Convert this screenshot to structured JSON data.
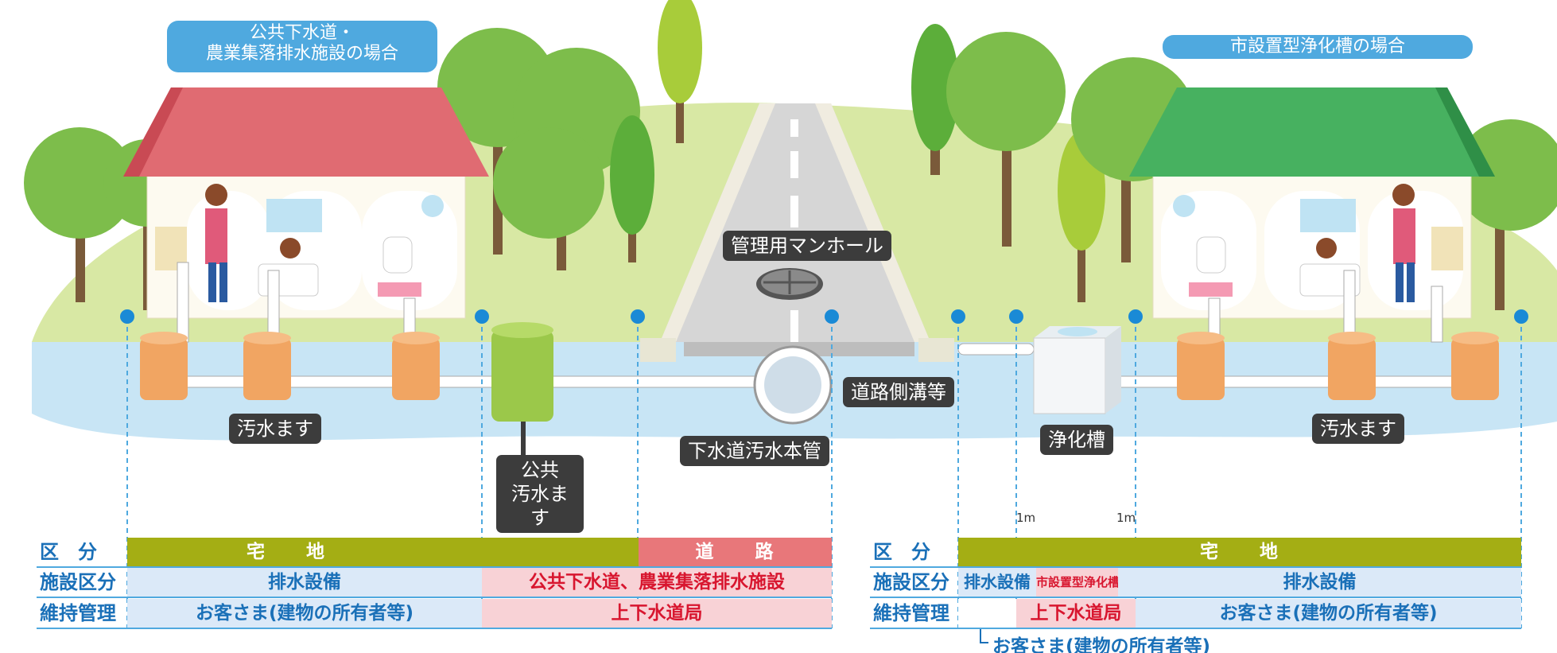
{
  "left_panel": {
    "title": "公共下水道・\n農業集落排水施設の場合",
    "labels": {
      "sewage_basin": "汚水ます",
      "public_basin": "公共\n汚水ます",
      "main_pipe": "下水道汚水本管",
      "manhole": "管理用マンホール",
      "side_ditch": "道路側溝等"
    }
  },
  "right_panel": {
    "title": "市設置型浄化槽の場合",
    "labels": {
      "septic_tank": "浄化槽",
      "sewage_basin": "汚水ます"
    },
    "distance_marks": [
      "1m",
      "1m"
    ]
  },
  "left_table": {
    "row_headers": [
      "区　分",
      "施設区分",
      "維持管理"
    ],
    "category": {
      "residential": "宅　　地",
      "road": "道　　路"
    },
    "facility": {
      "drainage": "排水設備",
      "public": "公共下水道、農業集落排水施設"
    },
    "maintenance": {
      "customer": "お客さま(建物の所有者等)",
      "bureau": "上下水道局"
    }
  },
  "right_table": {
    "row_headers": [
      "区　分",
      "施設区分",
      "維持管理"
    ],
    "category": {
      "residential": "宅　　地"
    },
    "facility": {
      "drainage_left": "排水設備",
      "septic": "市設置型浄化槽",
      "drainage_right": "排水設備"
    },
    "maintenance": {
      "bureau": "上下水道局",
      "customer": "お客さま(建物の所有者等)"
    },
    "footnote": "お客さま(建物の所有者等)"
  },
  "colors": {
    "accent_blue": "#4fa9df",
    "table_green": "#a4ae14",
    "table_red": "#e8777a",
    "text_blue": "#1a70b8",
    "text_red": "#d8162f",
    "roof_red": "#e06b72",
    "roof_green": "#47b160",
    "water_blue": "#c8e5f5",
    "grass": "#d8e8a4",
    "basin_orange": "#f1a562",
    "public_basin_green": "#9bc84a"
  }
}
